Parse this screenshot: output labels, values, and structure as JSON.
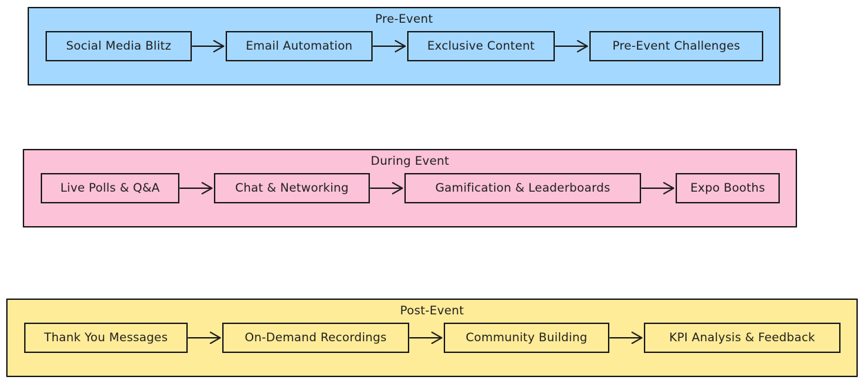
{
  "colors": {
    "pre_event_fill": "#a5d8ff",
    "during_event_fill": "#fcc2d7",
    "post_event_fill": "#ffec99",
    "stroke": "#1e1e1e"
  },
  "groups": [
    {
      "title": "Pre-Event",
      "nodes": [
        "Social Media Blitz",
        "Email Automation",
        "Exclusive Content",
        "Pre-Event Challenges"
      ]
    },
    {
      "title": "During Event",
      "nodes": [
        "Live Polls & Q&A",
        "Chat & Networking",
        "Gamification & Leaderboards",
        "Expo Booths"
      ]
    },
    {
      "title": "Post-Event",
      "nodes": [
        "Thank You Messages",
        "On-Demand Recordings",
        "Community Building",
        "KPI Analysis & Feedback"
      ]
    }
  ]
}
